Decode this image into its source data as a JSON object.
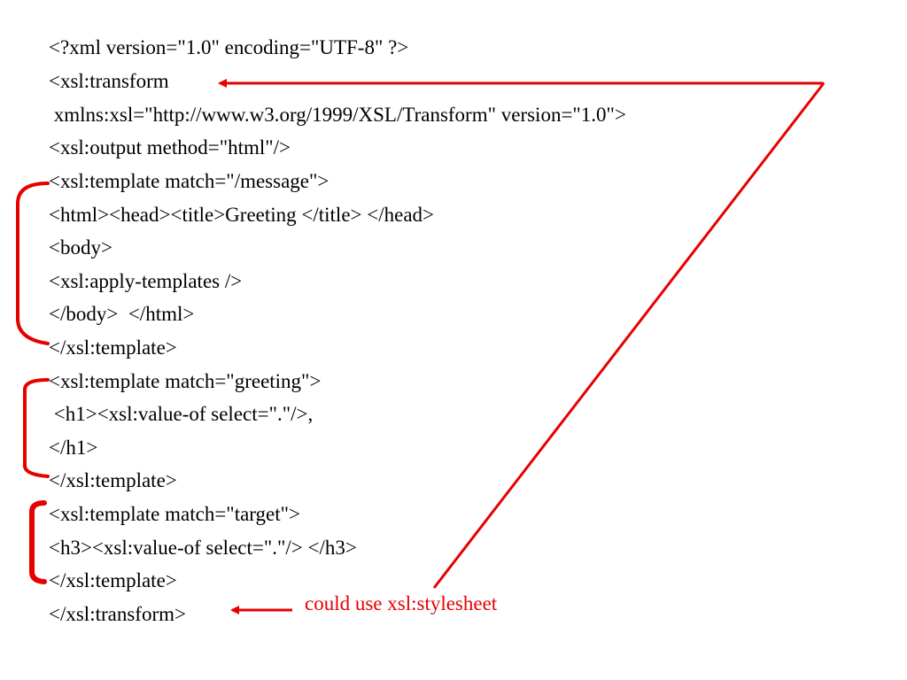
{
  "code_lines": [
    "<?xml version=\"1.0\" encoding=\"UTF-8\" ?>",
    "<xsl:transform",
    " xmlns:xsl=\"http://www.w3.org/1999/XSL/Transform\" version=\"1.0\">",
    "<xsl:output method=\"html\"/>",
    "<xsl:template match=\"/message\">",
    "<html><head><title>Greeting </title> </head>",
    "<body>",
    "<xsl:apply-templates />",
    "</body>  </html>",
    "</xsl:template>",
    "<xsl:template match=\"greeting\">",
    " <h1><xsl:value-of select=\".\"/>,",
    "</h1>",
    "</xsl:template>",
    "<xsl:template match=\"target\">",
    "<h3><xsl:value-of select=\".\"/> </h3>",
    "</xsl:template>",
    "</xsl:transform>"
  ],
  "annotation": {
    "text": "could use xsl:stylesheet",
    "color": "#e60000"
  },
  "code_color": "#000000"
}
